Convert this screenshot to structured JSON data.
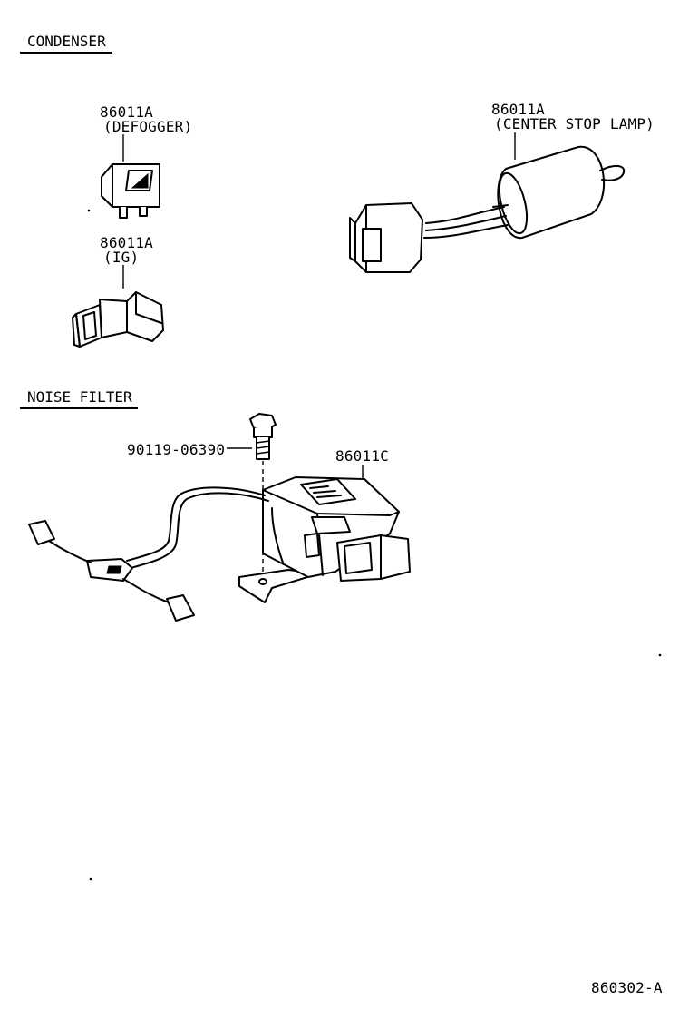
{
  "sections": {
    "condenser": "CONDENSER",
    "noise_filter": "NOISE FILTER"
  },
  "parts": {
    "defogger": {
      "number": "86011A",
      "name": "(DEFOGGER)"
    },
    "ig": {
      "number": "86011A",
      "name": "(IG)"
    },
    "center_stop_lamp": {
      "number": "86011A",
      "name": "(CENTER STOP LAMP)"
    },
    "bolt": {
      "number": "90119-06390"
    },
    "noise_filter": {
      "number": "86011C"
    }
  },
  "illustration_code": "860302-A"
}
